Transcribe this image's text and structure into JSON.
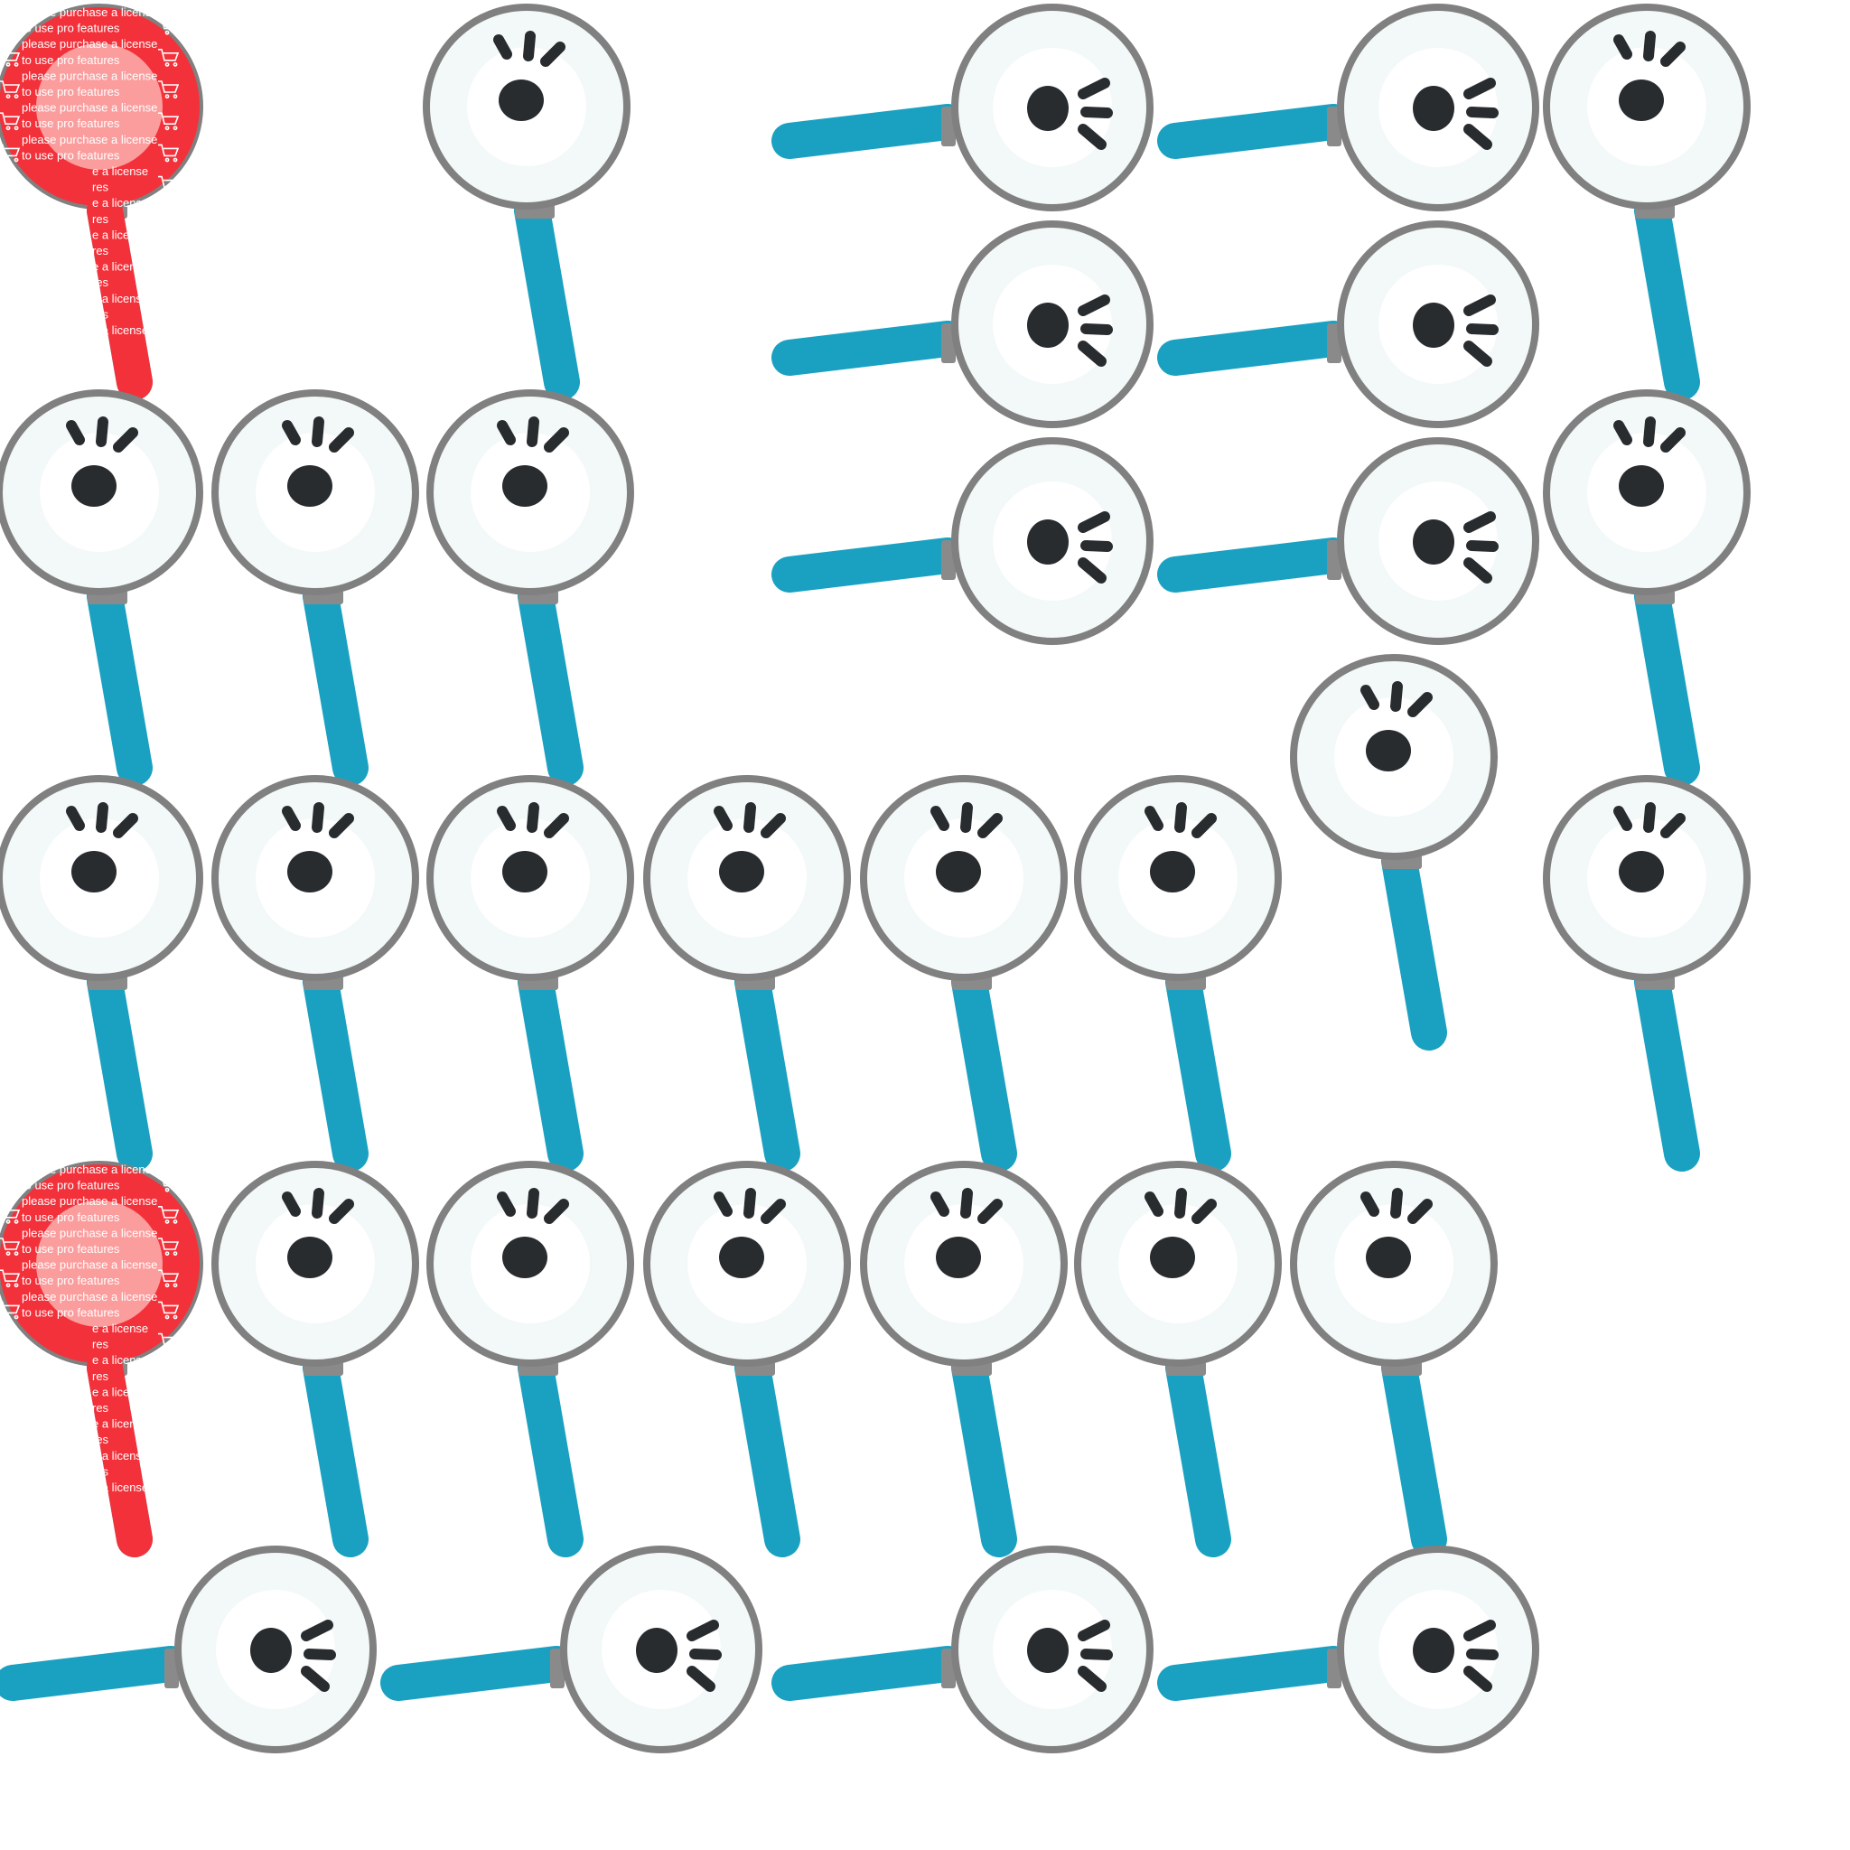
{
  "sprite_sheet": {
    "sprite_icon": "magnifier-icon",
    "colors": {
      "background": "#ffffff",
      "lens_fill": "#f3f8f8",
      "lens_center": "#ffffff",
      "rim": "#808080",
      "handle": "#1aa1c1",
      "ferrule": "#8a8a8a",
      "pupil": "#292c2f",
      "watermark_red": "#f3313a",
      "watermark_pink": "#fb9d9d",
      "watermark_text": "#ffffff"
    },
    "sprites": [
      {
        "id": 1,
        "orientation": "handle-down",
        "watermarked": true
      },
      {
        "id": 2,
        "orientation": "handle-down",
        "watermarked": false
      },
      {
        "id": 3,
        "orientation": "handle-left",
        "watermarked": false
      },
      {
        "id": 4,
        "orientation": "handle-left",
        "watermarked": false
      },
      {
        "id": 5,
        "orientation": "handle-down",
        "watermarked": false
      },
      {
        "id": 6,
        "orientation": "handle-left",
        "watermarked": false
      },
      {
        "id": 7,
        "orientation": "handle-left",
        "watermarked": false
      },
      {
        "id": 8,
        "orientation": "handle-down",
        "watermarked": false
      },
      {
        "id": 9,
        "orientation": "handle-down",
        "watermarked": false
      },
      {
        "id": 10,
        "orientation": "handle-down",
        "watermarked": false
      },
      {
        "id": 11,
        "orientation": "handle-left",
        "watermarked": false
      },
      {
        "id": 12,
        "orientation": "handle-left",
        "watermarked": false
      },
      {
        "id": 13,
        "orientation": "handle-down",
        "watermarked": false
      },
      {
        "id": 14,
        "orientation": "handle-down",
        "watermarked": false
      },
      {
        "id": 15,
        "orientation": "handle-down",
        "watermarked": false
      },
      {
        "id": 16,
        "orientation": "handle-down",
        "watermarked": false
      },
      {
        "id": 17,
        "orientation": "handle-down",
        "watermarked": false
      },
      {
        "id": 18,
        "orientation": "handle-down",
        "watermarked": false
      },
      {
        "id": 19,
        "orientation": "handle-down",
        "watermarked": false
      },
      {
        "id": 20,
        "orientation": "handle-down",
        "watermarked": false
      },
      {
        "id": 21,
        "orientation": "handle-down",
        "watermarked": false
      },
      {
        "id": 22,
        "orientation": "handle-down",
        "watermarked": true
      },
      {
        "id": 23,
        "orientation": "handle-down",
        "watermarked": false
      },
      {
        "id": 24,
        "orientation": "handle-down",
        "watermarked": false
      },
      {
        "id": 25,
        "orientation": "handle-down",
        "watermarked": false
      },
      {
        "id": 26,
        "orientation": "handle-down",
        "watermarked": false
      },
      {
        "id": 27,
        "orientation": "handle-down",
        "watermarked": false
      },
      {
        "id": 28,
        "orientation": "handle-down",
        "watermarked": false
      },
      {
        "id": 29,
        "orientation": "handle-left",
        "watermarked": false
      },
      {
        "id": 30,
        "orientation": "handle-left",
        "watermarked": false
      },
      {
        "id": 31,
        "orientation": "handle-left",
        "watermarked": false
      },
      {
        "id": 32,
        "orientation": "handle-left",
        "watermarked": false
      }
    ]
  },
  "watermark": {
    "line1": "please purchase a license",
    "line2": "to use pro features",
    "line3": "e a license",
    "line4": "res",
    "cart_icon": "shopping-cart-icon"
  }
}
